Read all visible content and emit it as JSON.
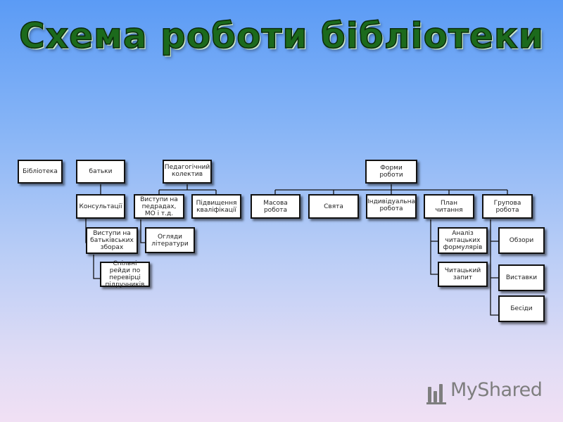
{
  "title": "Схема роботи бібліотеки",
  "nodes": {
    "biblioteka": "Бібліотека",
    "batky": "батьки",
    "konsultatsii": "Консультації",
    "vystupy_zbory": "Виступи на батьківських зборах",
    "reidy": "Спільні рейди по перевірці підручників",
    "ped_kolektyv": "Педагогічний колектив",
    "vystupy_pedrady": "Виступи на педрадах, МО і т.д.",
    "ohliady": "Огляди літератури",
    "pidvyshchennia": "Підвищення кваліфікації",
    "formy_roboty": "Форми роботи",
    "masova": "Масова робота",
    "sviata": "Свята",
    "indyvidualna": "Індивідуальна робота",
    "plan_chytannia": "План читання",
    "hrupova": "Групова робота",
    "analiz": "Аналіз читацьких формулярів",
    "chytatskyi_zapyt": "Читацький запит",
    "obzory": "Обзори",
    "vystavky": "Виставки",
    "besidy": "Бесіди"
  },
  "watermark": {
    "text": "MyShared"
  },
  "colors": {
    "title": "#1c6a1c",
    "box_border": "#111111",
    "box_fill": "#ffffff"
  }
}
